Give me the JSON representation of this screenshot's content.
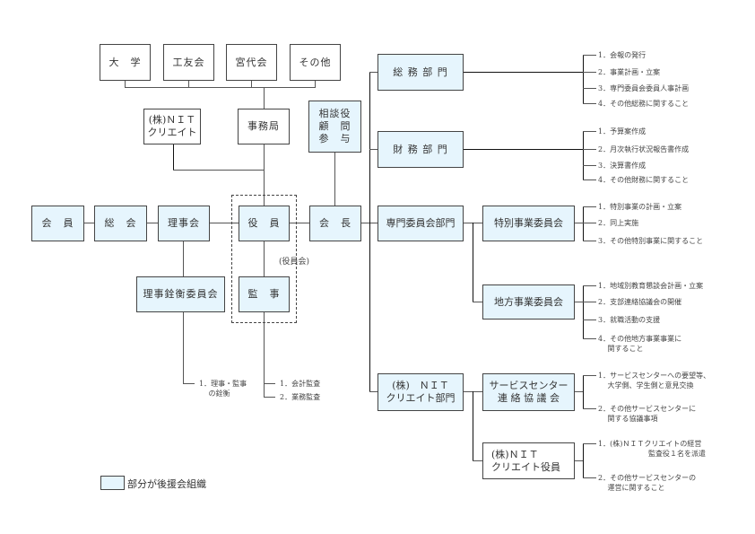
{
  "colors": {
    "organization_fill": "#e6f5fd",
    "other_fill": "#ffffff",
    "line": "#555555"
  },
  "top_groups": [
    {
      "label": "大　学"
    },
    {
      "label": "工友会"
    },
    {
      "label": "宮代会"
    },
    {
      "label": "その他"
    }
  ],
  "nit_create": {
    "label": "(株)ＮＩＴ\nクリエイト"
  },
  "secretariat": {
    "label": "事務局"
  },
  "advisors": {
    "label": "相談役\n顧　問\n参　与"
  },
  "main_chain": {
    "members": "会　員",
    "general_meeting": "総　会",
    "board": "理事会",
    "officers": "役　員",
    "chairman": "会　長"
  },
  "officers_group_label": "(役員会)",
  "board_selection_committee": {
    "label": "理事銓衡委員会",
    "duties": [
      "1．理事・監事\n　 の銓衡"
    ]
  },
  "auditor": {
    "label": "監　事",
    "duties": [
      "1．会計監査",
      "2．業務監査"
    ]
  },
  "departments": [
    {
      "label": "総 務 部 門",
      "duties": [
        "1．会報の発行",
        "2．事業計画・立案",
        "3．専門委員会委員人事計画",
        "4．その他総務に関すること"
      ]
    },
    {
      "label": "財 務 部 門",
      "duties": [
        "1．予算案作成",
        "2．月次執行状況報告書作成",
        "3．決算書作成",
        "4．その他財務に関すること"
      ]
    },
    {
      "label": "専門委員会部門",
      "committees": [
        {
          "label": "特別事業委員会",
          "duties": [
            "1．特別事業の計画・立案",
            "2．同上実施",
            "3．その他特別事業に関すること"
          ]
        },
        {
          "label": "地方事業委員会",
          "duties": [
            "1．地域別教育懇談会計画・立案",
            "2．支部連絡協議会の開催",
            "3．就職活動の支援",
            "4．その他地方事業事業に\n　 関すること"
          ]
        }
      ]
    },
    {
      "label": "(株)　ＮＩＴ\nクリエイト部門",
      "committees": [
        {
          "label": "サービスセンター\n連 絡 協 議 会",
          "duties": [
            "1．サービスセンターへの要望等、\n　 大学側、学生側と意見交換",
            "2．その他サービスセンターに\n　 関する協議事項"
          ]
        },
        {
          "label": "(株)ＮＩＴ\nクリエイト役員",
          "duties": [
            "1．(株)ＮＩＴクリエイトの経営\n　　　　　　　監査役１名を派遣",
            "2．その他サービスセンターの\n　 運営に関すること"
          ]
        }
      ]
    }
  ],
  "legend": {
    "label": "部分が後援会組織"
  }
}
